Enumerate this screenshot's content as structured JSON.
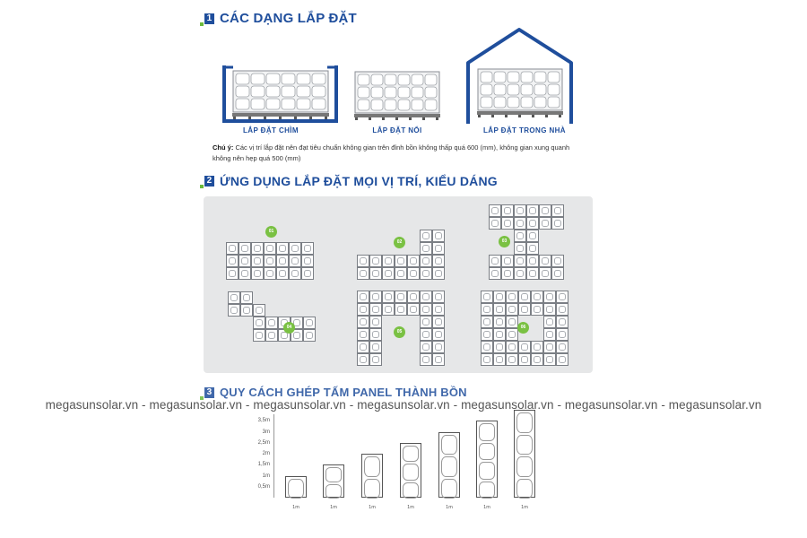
{
  "section1": {
    "number": "1",
    "title": "CÁC DẠNG LẮP ĐẶT",
    "labels": [
      "LẮP ĐẶT CHÌM",
      "LẮP ĐẶT NỔI",
      "LẮP ĐẶT TRONG NHÀ"
    ],
    "note_label": "Chú ý:",
    "note_line1": "Các vị trí lắp đặt nên đạt tiêu chuẩn không gian trên đỉnh bồn không thấp quá 600 (mm), không gian xung quanh",
    "note_line2": "không nên hẹp quá 500 (mm)"
  },
  "section2": {
    "number": "2",
    "title": "ỨNG DỤNG LẮP ĐẶT MỌI VỊ TRÍ, KIỂU DÁNG",
    "badges": [
      "01",
      "02",
      "03",
      "04",
      "05",
      "06"
    ]
  },
  "section3": {
    "number": "3",
    "title": "QUY CÁCH GHÉP TẤM PANEL THÀNH BỒN"
  },
  "watermark": "megasunsolar.vn - megasunsolar.vn - megasunsolar.vn - megasunsolar.vn - megasunsolar.vn - megasunsolar.vn - megasunsolar.vn",
  "chart_data": {
    "type": "bar",
    "y_ticks": [
      "3,5m",
      "3m",
      "2,5m",
      "2m",
      "1,5m",
      "1m",
      "0,5m"
    ],
    "x_ticks": [
      "1m",
      "1m",
      "1m",
      "1m",
      "1m",
      "1m",
      "1m"
    ],
    "heights_m": [
      1,
      1.5,
      2,
      2.5,
      3,
      3.5,
      4
    ],
    "colors": {
      "accent": "#1f4e9c",
      "green": "#7ac143",
      "panel": "#e6e7e8"
    }
  }
}
